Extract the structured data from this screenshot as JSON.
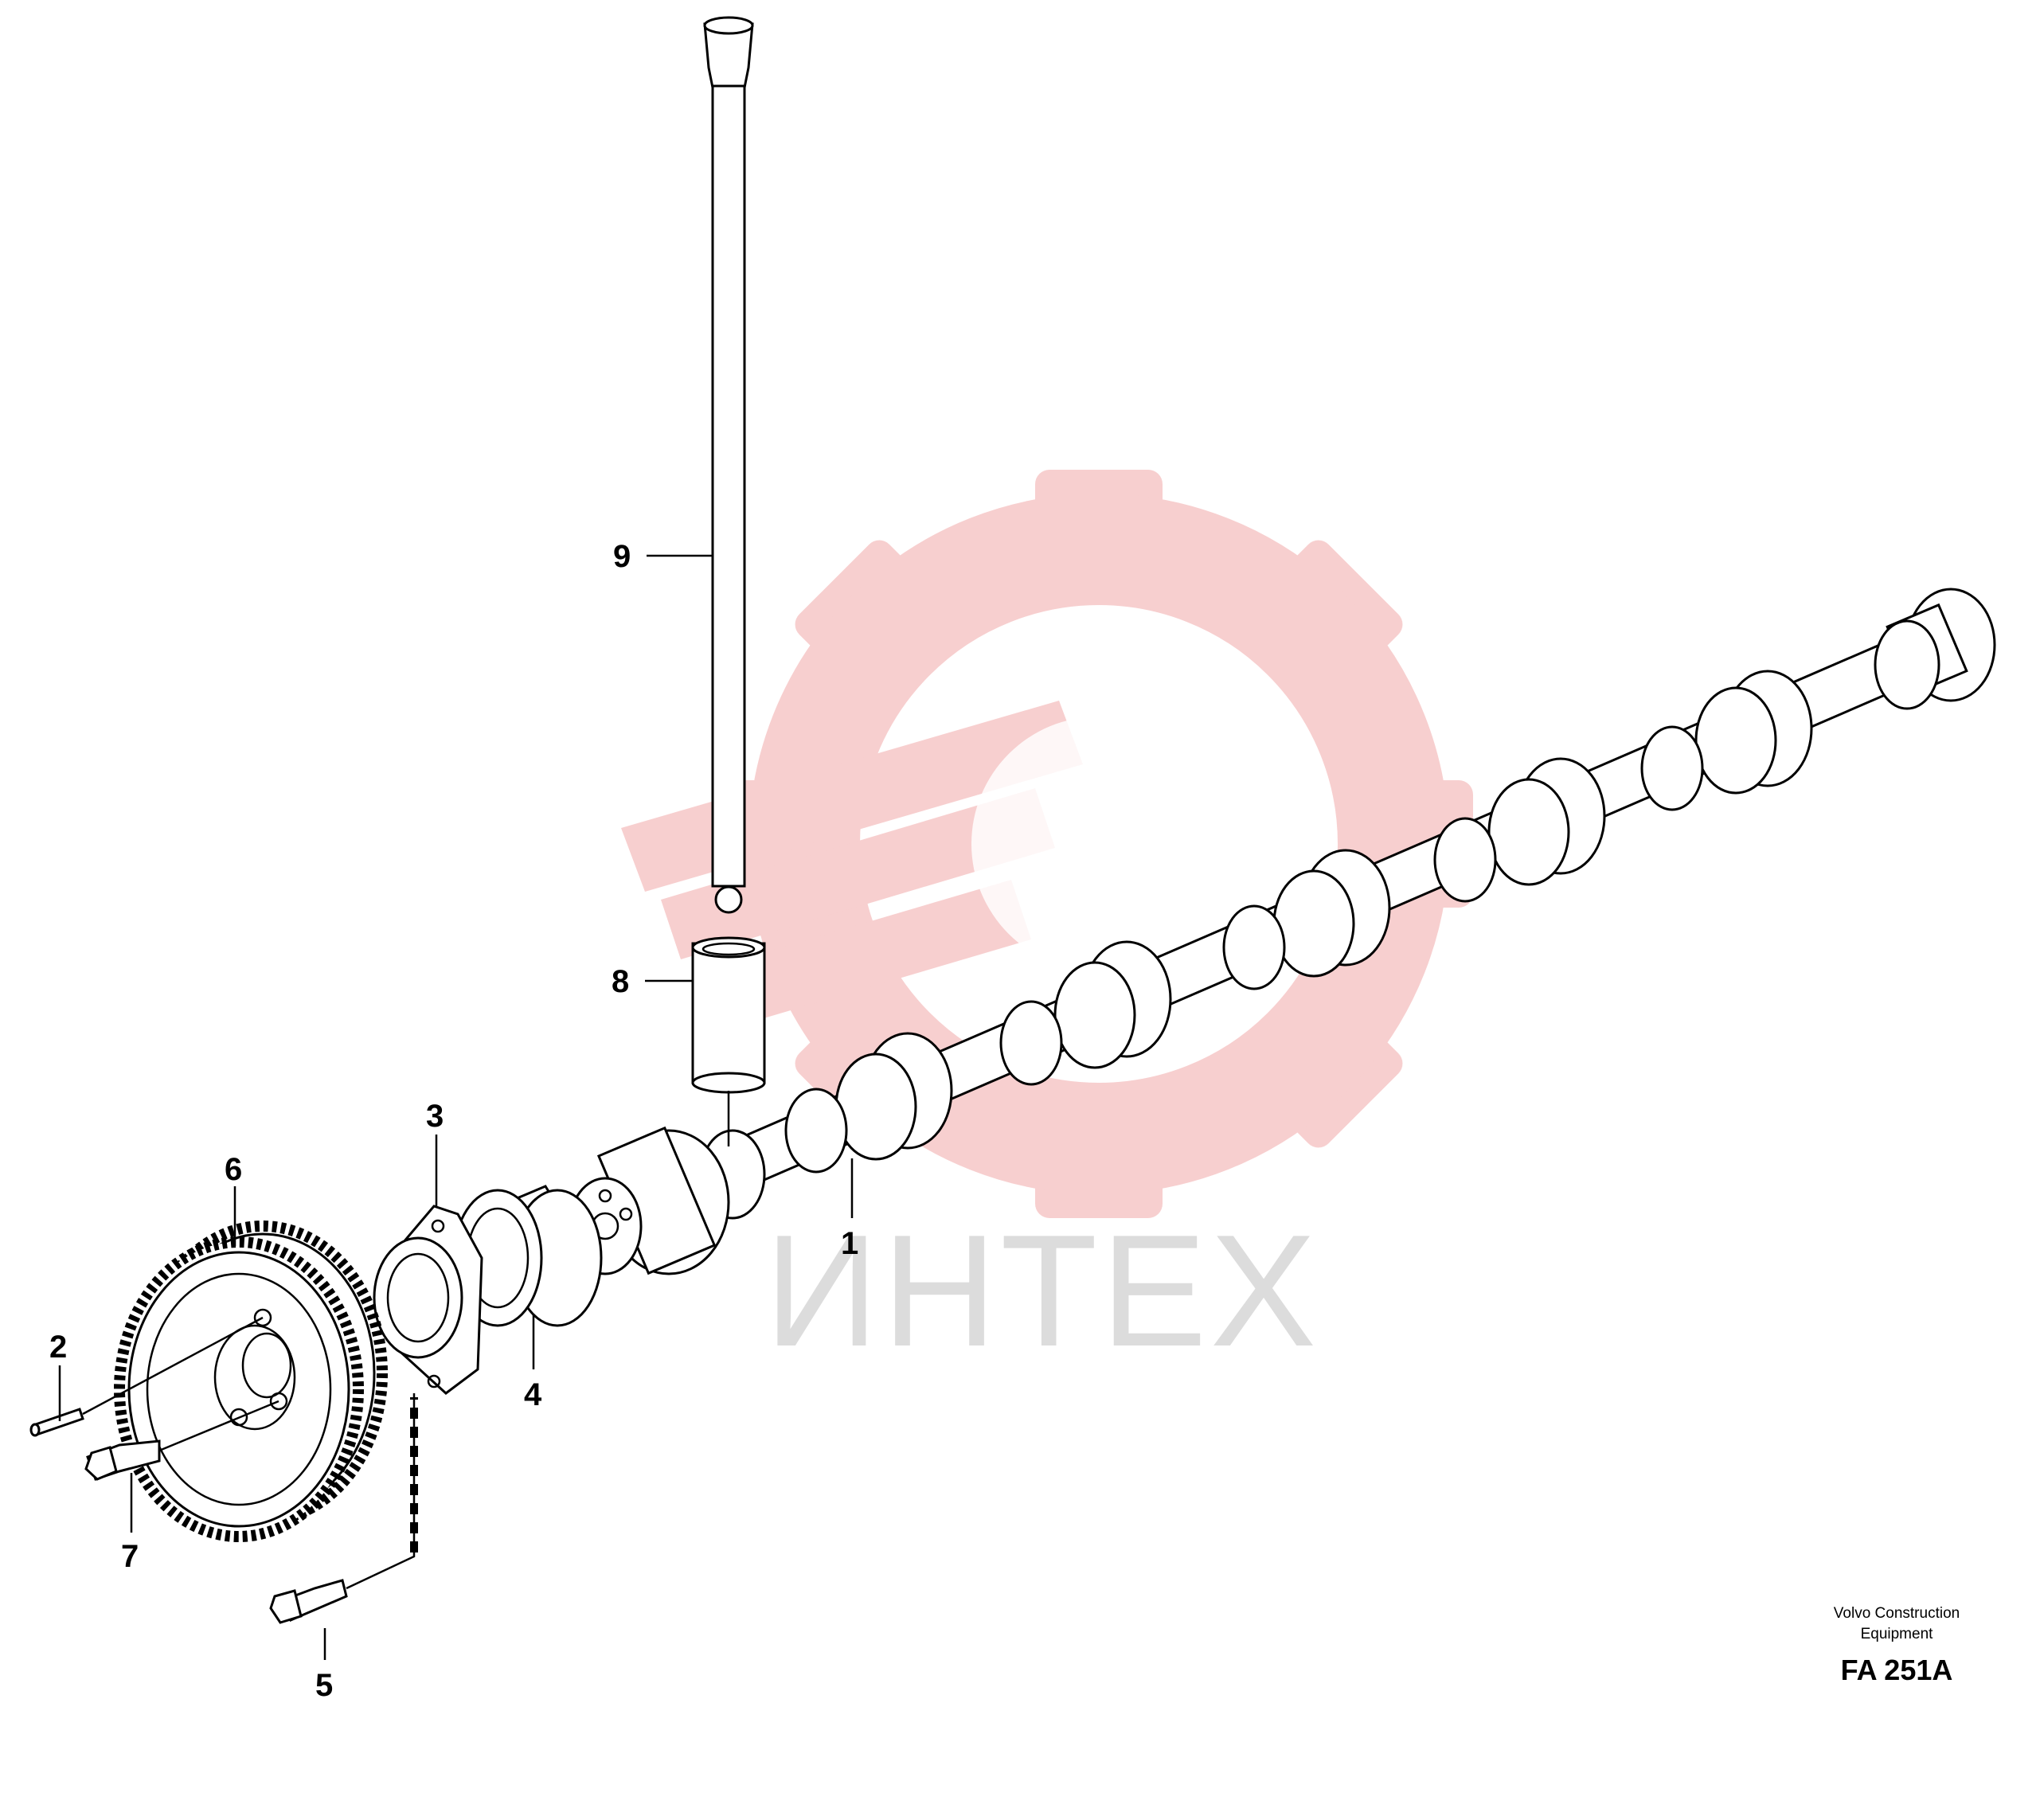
{
  "diagram": {
    "callouts": [
      {
        "id": "1",
        "label": "1"
      },
      {
        "id": "2",
        "label": "2"
      },
      {
        "id": "3",
        "label": "3"
      },
      {
        "id": "4",
        "label": "4"
      },
      {
        "id": "5",
        "label": "5"
      },
      {
        "id": "6",
        "label": "6"
      },
      {
        "id": "7",
        "label": "7"
      },
      {
        "id": "8",
        "label": "8"
      },
      {
        "id": "9",
        "label": "9"
      }
    ],
    "credit_line1": "Volvo Construction",
    "credit_line2": "Equipment",
    "figure_code": "FA 251A"
  },
  "watermark": {
    "text": "ИНТЕХ",
    "gear_color": "#f7c6c6",
    "text_color": "#dcdcdc"
  }
}
